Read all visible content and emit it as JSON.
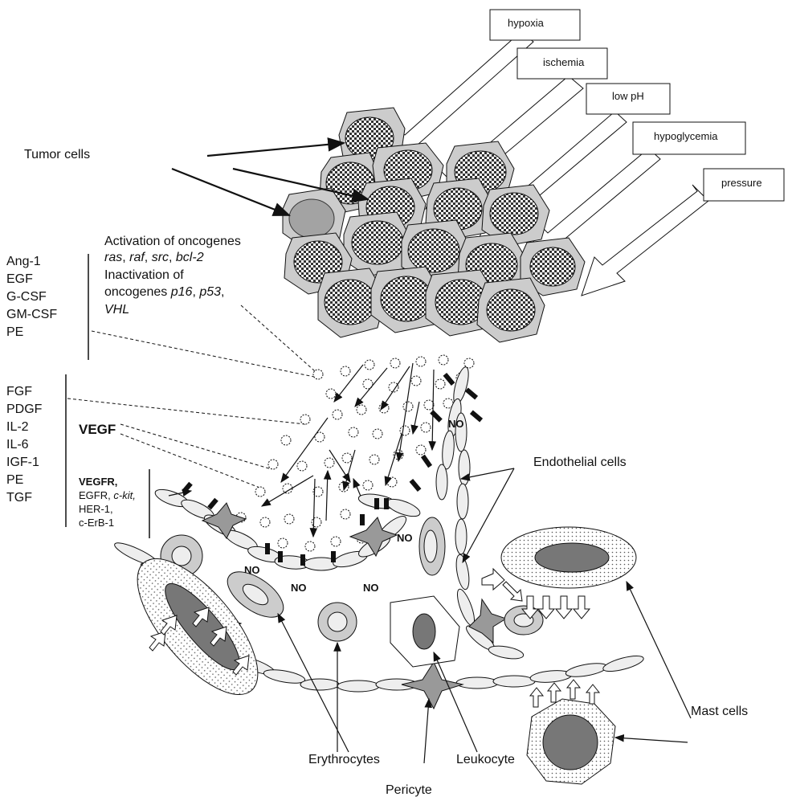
{
  "stress_factors": [
    "hypoxia",
    "ischemia",
    "low pH",
    "hypoglycemia",
    "pressure"
  ],
  "labels": {
    "tumor_cells": "Tumor cells",
    "endothelial_cells": "Endothelial cells",
    "mast_cells": "Mast cells",
    "erythrocytes": "Erythrocytes",
    "leukocyte": "Leukocyte",
    "pericyte": "Pericyte",
    "vegf": "VEGF",
    "no": "NO"
  },
  "oncogenes": {
    "line1": "Activation of oncogenes",
    "activated": [
      "ras",
      "raf",
      "src",
      "bcl-2"
    ],
    "line3": "Inactivation of",
    "line4_prefix": "oncogenes",
    "inactivated": [
      "p16",
      "p53",
      "VHL"
    ]
  },
  "factors_group1": [
    "Ang-1",
    "EGF",
    "G-CSF",
    "GM-CSF",
    "PE"
  ],
  "factors_group2": [
    "FGF",
    "PDGF",
    "IL-2",
    "IL-6",
    "IGF-1",
    "PE",
    "TGF"
  ],
  "receptors": {
    "vegfr": "VEGFR,",
    "egfr": "EGFR,",
    "ckit": "c-kit,",
    "her1": "HER-1,",
    "cerb": "c-ErB-1"
  }
}
